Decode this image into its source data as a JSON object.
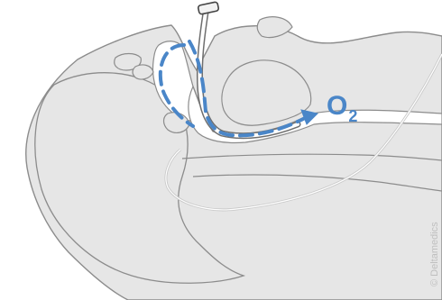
{
  "labels": {
    "gas": "O",
    "gas_subscript": "2"
  },
  "watermark": "© Deltamedics",
  "colors": {
    "background": "#ffffff",
    "tissue_fill": "#e6e6e6",
    "outline": "#8c8c8c",
    "tube": "#c9c9c9",
    "flow_arrow": "#4a86c8"
  }
}
